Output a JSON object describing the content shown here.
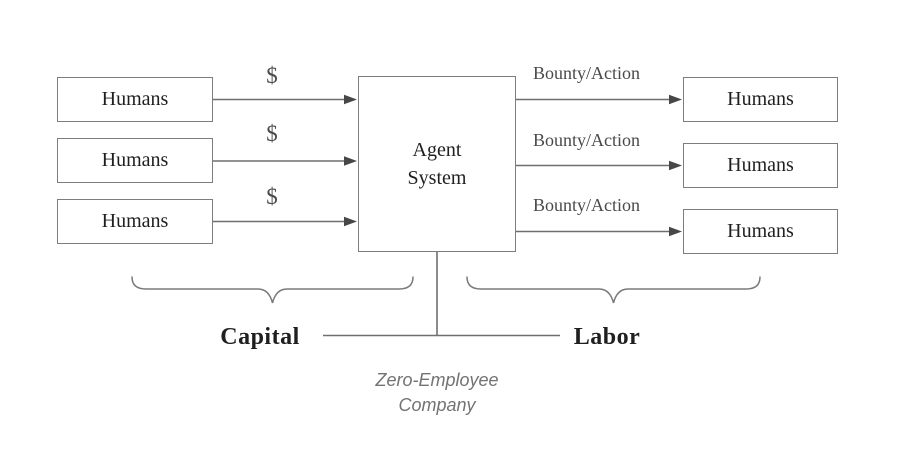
{
  "diagram": {
    "left_group": {
      "brace_label": "Capital",
      "nodes": [
        {
          "label": "Humans"
        },
        {
          "label": "Humans"
        },
        {
          "label": "Humans"
        }
      ],
      "flow_labels": [
        "$",
        "$",
        "$"
      ]
    },
    "center_node": {
      "label_line1": "Agent",
      "label_line2": "System"
    },
    "right_group": {
      "brace_label": "Labor",
      "nodes": [
        {
          "label": "Humans"
        },
        {
          "label": "Humans"
        },
        {
          "label": "Humans"
        }
      ],
      "flow_labels": [
        "Bounty/Action",
        "Bounty/Action",
        "Bounty/Action"
      ]
    },
    "caption": {
      "line1": "Zero-Employee",
      "line2": "Company"
    }
  },
  "colors": {
    "background": "#ffffff",
    "box_border": "#7d7d7d",
    "connector": "#6f6f6f",
    "arrowhead": "#474747",
    "text_primary": "#1f1f1f",
    "caption_text": "#737373"
  }
}
